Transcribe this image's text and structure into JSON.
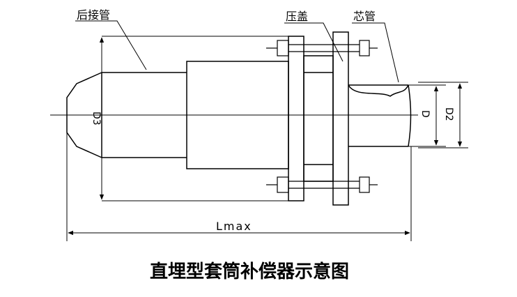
{
  "labels": {
    "rear_pipe": "后接管",
    "gland": "压盖",
    "core_pipe": "芯管"
  },
  "dimensions": {
    "d3": "D3",
    "d": "D",
    "d2": "D2",
    "lmax": "Lmax"
  },
  "caption": "直埋型套筒补偿器示意图",
  "colors": {
    "line": "#000000",
    "background": "#ffffff"
  }
}
